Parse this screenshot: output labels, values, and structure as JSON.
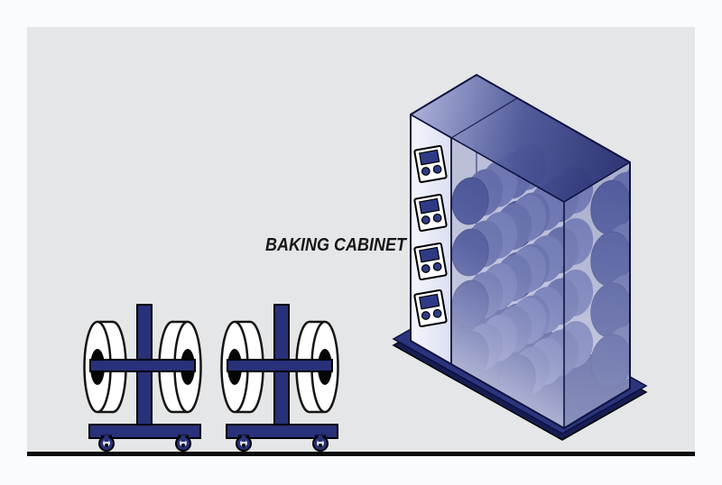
{
  "scene": {
    "label": "BAKING CABINET",
    "background": "#fafbfd",
    "floor_panel_color": "#e5e6e8",
    "floor_line_color": "#0b0b0b"
  },
  "palette": {
    "navy": "#283179",
    "navy_dark": "#161d52",
    "roll_cap": "#2d3982",
    "roll_cap_edge": "#232a62",
    "rib_dark": "#57619f",
    "rib_light": "#6b74b0",
    "panel_face": "#ffffff",
    "display_blue": "#2e3a86",
    "edge": "#0f1340",
    "spool_white": "#ffffff",
    "spool_hole": "#060606",
    "caster_inner": "#dfe2ee"
  },
  "cabinet": {
    "control_panels": 4,
    "roll_rows": 4,
    "roll_columns": 3
  },
  "carts": {
    "count": 2,
    "spools_per_cart": 2,
    "casters_per_cart": 2
  }
}
